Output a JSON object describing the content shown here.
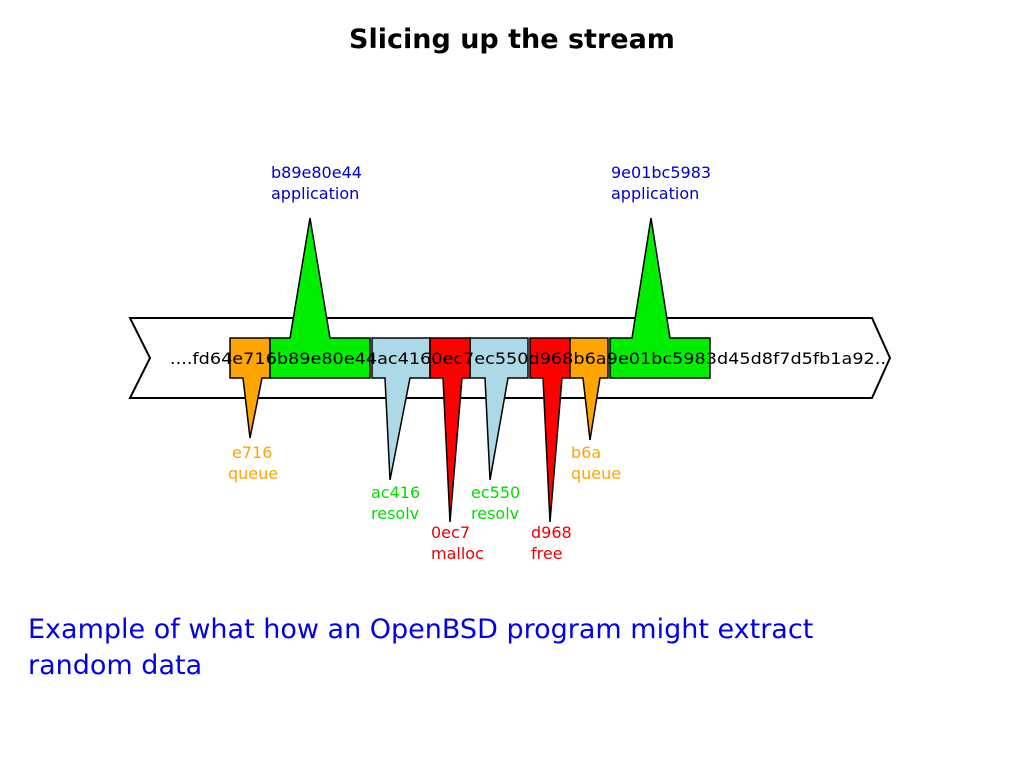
{
  "title": "Slicing up the stream",
  "stream_text": "....fd64e716b89e80e44ac4160ec7ec550d968b6a9e01bc5983d45d8f7d5fb1a92..",
  "segments": [
    {
      "hex": "e716",
      "label": "queue",
      "color": "#ffa500"
    },
    {
      "hex": "b89e80e44",
      "label": "application",
      "color": "#00ee00"
    },
    {
      "hex": "ac416",
      "label": "resolv",
      "color": "#add8e6"
    },
    {
      "hex": "0ec7",
      "label": "malloc",
      "color": "#ff0000"
    },
    {
      "hex": "ec550",
      "label": "resolv",
      "color": "#add8e6"
    },
    {
      "hex": "d968",
      "label": "free",
      "color": "#ff0000"
    },
    {
      "hex": "b6a",
      "label": "queue",
      "color": "#ffa500"
    },
    {
      "hex": "9e01bc5983",
      "label": "application",
      "color": "#00ee00"
    }
  ],
  "label_colors": {
    "queue": "#ffa500",
    "application": "#0000cc",
    "resolv": "#00dd00",
    "malloc": "#ee0000",
    "free": "#ee0000"
  },
  "caption": "Example of what how an OpenBSD program might extract random data"
}
